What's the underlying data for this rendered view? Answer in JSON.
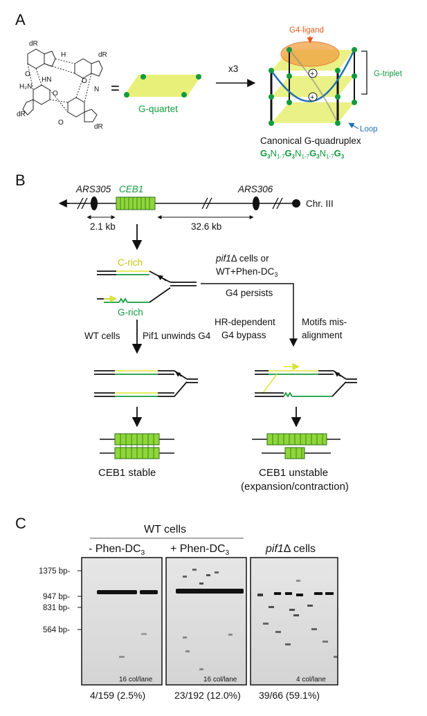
{
  "panels": {
    "a": "A",
    "b": "B",
    "c": "C"
  },
  "panel_a": {
    "equals": "=",
    "times": "x3",
    "g_quartet_label": "G-quartet",
    "g4_ligand_label": "G4-ligand",
    "g_triplet_label": "G-triplet",
    "loop_label": "Loop",
    "structure_title": "Canonical G-quadruplex",
    "motif": {
      "g": "G",
      "sub3": "3",
      "n": "N",
      "sub17": "1-7"
    },
    "chem_dR": "dR",
    "chem_O": "O",
    "chem_N": "N",
    "chem_H": "H",
    "chem_HN": "HN",
    "chem_H2N": "H₂N",
    "colors": {
      "green": "#129a3f",
      "yellow": "#e8f07a",
      "blue": "#1f6fb5",
      "orange": "#f0a040"
    }
  },
  "panel_b": {
    "ars305": "ARS305",
    "ceb1": "CEB1",
    "ars306": "ARS306",
    "chr": "Chr. III",
    "dist1": "2.1 kb",
    "dist2": "32.6 kb",
    "c_rich": "C-rich",
    "g_rich": "G-rich",
    "pif1_line1_a": "pif1",
    "pif1_line1_b": "Δ cells or",
    "pif1_line2_a": "WT+Phen-DC",
    "pif1_line2_sub": "3",
    "g4_persists": "G4 persists",
    "wt_cells": "WT cells",
    "pif1_unwinds": "Pif1 unwinds G4",
    "hr_line1": "HR-dependent",
    "hr_line2": "G4 bypass",
    "motif_line1": "Motifs mis-",
    "motif_line2": "alignment",
    "stable": "CEB1 stable",
    "unstable_line1": "CEB1 unstable",
    "unstable_line2": "(expansion/contraction)"
  },
  "panel_c": {
    "wt_cells": "WT cells",
    "minus": "- Phen-DC",
    "plus": "+ Phen-DC",
    "sub3": "3",
    "pif1_a": "pif1",
    "pif1_b": "Δ cells",
    "markers": [
      "1375 bp-",
      "947 bp-",
      "831 bp-",
      "564 bp-"
    ],
    "col_lane_1": "16 col/lane",
    "col_lane_2": "16 col/lane",
    "col_lane_3": "4 col/lane",
    "ratio_1": "4/159 (2.5%)",
    "ratio_2": "23/192 (12.0%)",
    "ratio_3": "39/66 (59.1%)"
  }
}
